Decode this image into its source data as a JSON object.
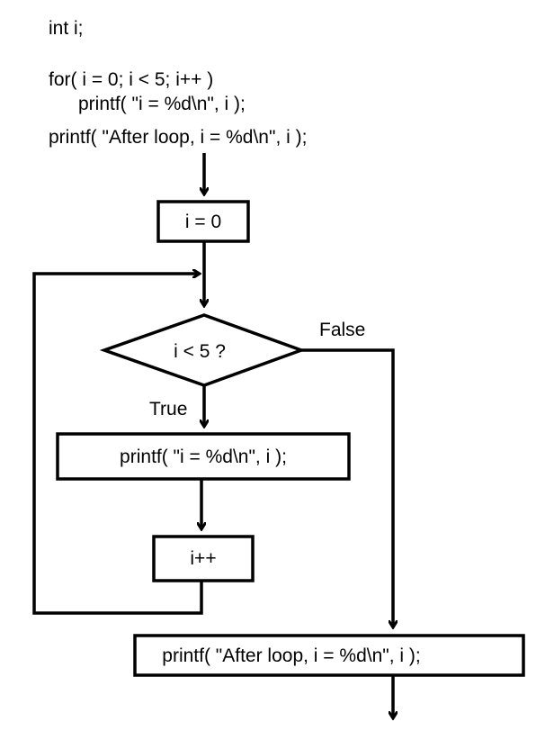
{
  "code": {
    "decl": "int i;",
    "for_line": "for( i = 0; i < 5; i++ )",
    "body_line": "printf( \"i = %d\\n\", i );",
    "after_line": "printf( \"After loop, i = %d\\n\", i );"
  },
  "flowchart": {
    "init_box": "i = 0",
    "condition": "i < 5 ?",
    "true_label": "True",
    "false_label": "False",
    "body_box": "printf( \"i = %d\\n\", i );",
    "increment_box": "i++",
    "after_box": "printf( \"After loop, i = %d\\n\", i );"
  }
}
